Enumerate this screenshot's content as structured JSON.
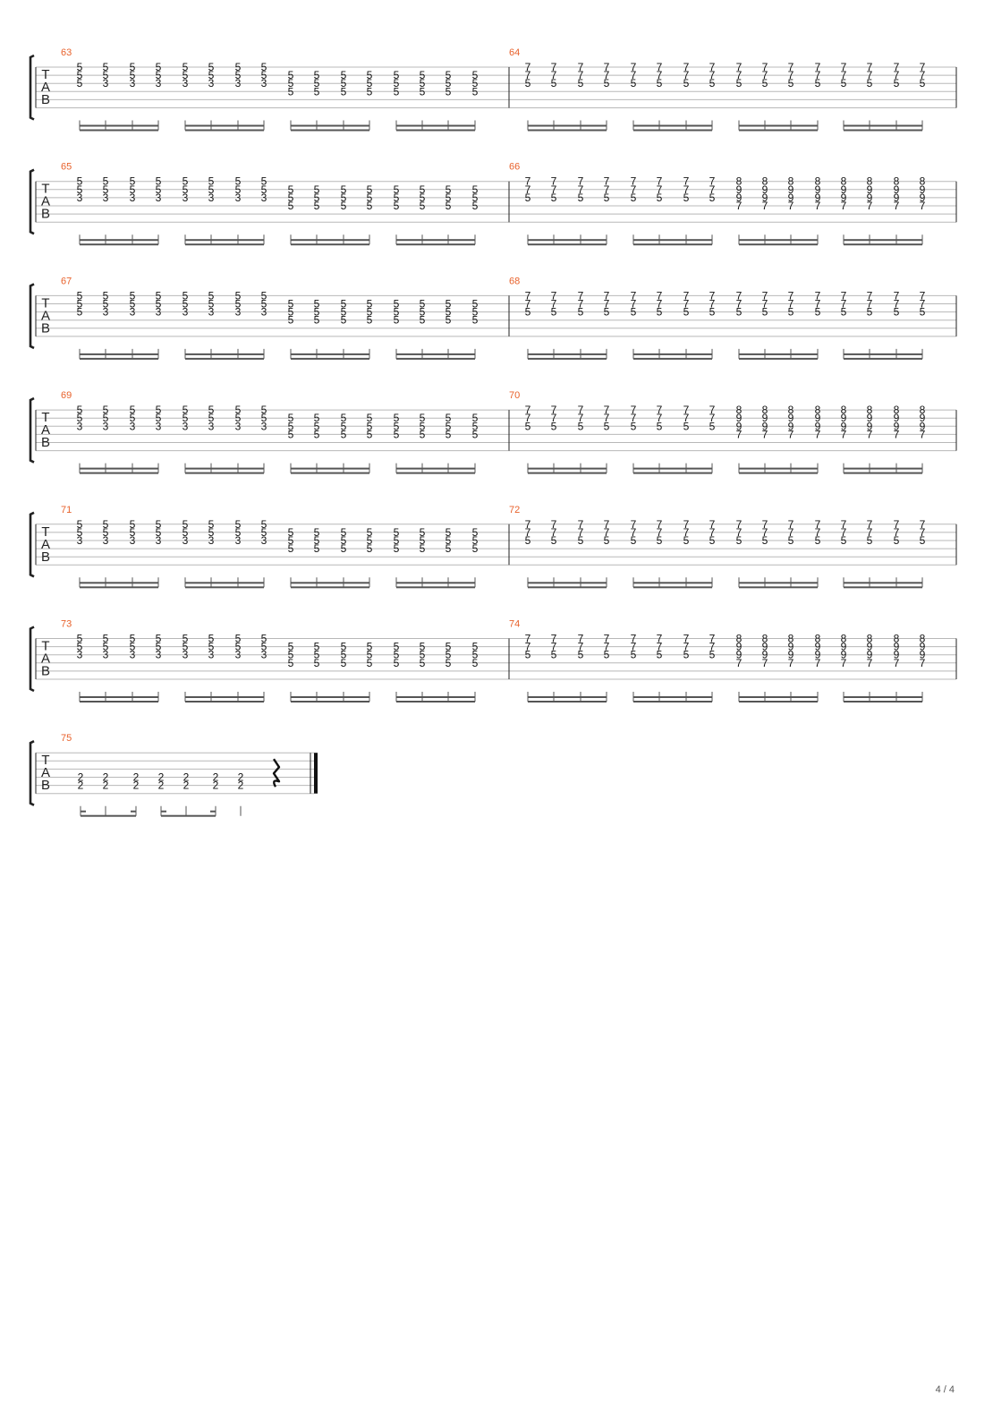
{
  "colors": {
    "bar_number": "#e8622c",
    "staff_line": "#b8b8b8",
    "ink": "#111111",
    "beam": "#555555"
  },
  "tab_label": [
    "T",
    "A",
    "B"
  ],
  "chords": {
    "A": [
      "5",
      "5",
      "3"
    ],
    "B": [
      "",
      "5",
      "5",
      "5"
    ],
    "C": [
      "7",
      "7",
      "5"
    ],
    "D": [
      "8",
      "9",
      "9",
      "7"
    ],
    "E": [
      "",
      "",
      "",
      "2",
      "2"
    ],
    "F": [
      "5",
      "5",
      "5"
    ]
  },
  "systems": [
    {
      "bars": [
        {
          "number": "63",
          "pattern": [
            "F",
            "A",
            "A",
            "A",
            "A",
            "A",
            "A",
            "A",
            "B",
            "B",
            "B",
            "B",
            "B",
            "B",
            "B",
            "B"
          ]
        },
        {
          "number": "64",
          "pattern": [
            "C",
            "C",
            "C",
            "C",
            "C",
            "C",
            "C",
            "C",
            "C",
            "C",
            "C",
            "C",
            "C",
            "C",
            "C",
            "C"
          ]
        }
      ]
    },
    {
      "bars": [
        {
          "number": "65",
          "pattern": [
            "A",
            "A",
            "A",
            "A",
            "A",
            "A",
            "A",
            "A",
            "B",
            "B",
            "B",
            "B",
            "B",
            "B",
            "B",
            "B"
          ]
        },
        {
          "number": "66",
          "pattern": [
            "C",
            "C",
            "C",
            "C",
            "C",
            "C",
            "C",
            "C",
            "D",
            "D",
            "D",
            "D",
            "D",
            "D",
            "D",
            "D"
          ]
        }
      ]
    },
    {
      "bars": [
        {
          "number": "67",
          "pattern": [
            "F",
            "A",
            "A",
            "A",
            "A",
            "A",
            "A",
            "A",
            "B",
            "B",
            "B",
            "B",
            "B",
            "B",
            "B",
            "B"
          ]
        },
        {
          "number": "68",
          "pattern": [
            "C",
            "C",
            "C",
            "C",
            "C",
            "C",
            "C",
            "C",
            "C",
            "C",
            "C",
            "C",
            "C",
            "C",
            "C",
            "C"
          ]
        }
      ]
    },
    {
      "bars": [
        {
          "number": "69",
          "pattern": [
            "A",
            "A",
            "A",
            "A",
            "A",
            "A",
            "A",
            "A",
            "B",
            "B",
            "B",
            "B",
            "B",
            "B",
            "B",
            "B"
          ]
        },
        {
          "number": "70",
          "pattern": [
            "C",
            "C",
            "C",
            "C",
            "C",
            "C",
            "C",
            "C",
            "D",
            "D",
            "D",
            "D",
            "D",
            "D",
            "D",
            "D"
          ]
        }
      ]
    },
    {
      "bars": [
        {
          "number": "71",
          "pattern": [
            "A",
            "A",
            "A",
            "A",
            "A",
            "A",
            "A",
            "A",
            "B",
            "B",
            "B",
            "B",
            "B",
            "B",
            "B",
            "B"
          ]
        },
        {
          "number": "72",
          "pattern": [
            "C",
            "C",
            "C",
            "C",
            "C",
            "C",
            "C",
            "C",
            "C",
            "C",
            "C",
            "C",
            "C",
            "C",
            "C",
            "C"
          ]
        }
      ]
    },
    {
      "bars": [
        {
          "number": "73",
          "pattern": [
            "A",
            "A",
            "A",
            "A",
            "A",
            "A",
            "A",
            "A",
            "B",
            "B",
            "B",
            "B",
            "B",
            "B",
            "B",
            "B"
          ]
        },
        {
          "number": "74",
          "pattern": [
            "C",
            "C",
            "C",
            "C",
            "C",
            "C",
            "C",
            "C",
            "D",
            "D",
            "D",
            "D",
            "D",
            "D",
            "D",
            "D"
          ]
        }
      ]
    },
    {
      "bars": [
        {
          "number": "75",
          "pattern": [
            "E",
            "E",
            "E",
            "E",
            "E",
            "E",
            "E"
          ]
        }
      ]
    }
  ],
  "final_rest": "quarter-rest",
  "page_number": "4 / 4"
}
